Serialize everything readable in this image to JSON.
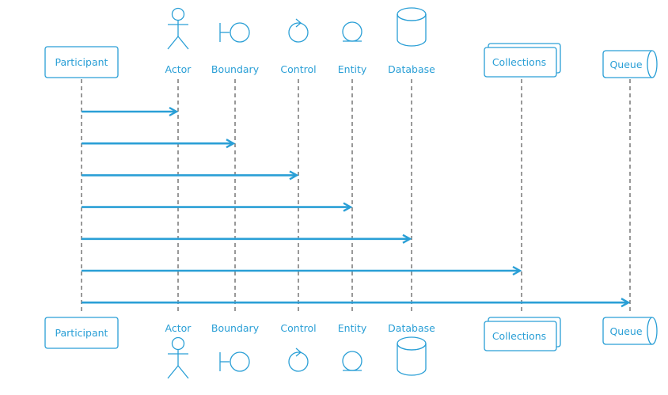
{
  "diagram": {
    "type": "sequence",
    "accent_color": "#2a9fd6",
    "lifeline_color": "#333333",
    "participants": [
      {
        "id": "participant",
        "label": "Participant",
        "kind": "participant"
      },
      {
        "id": "actor",
        "label": "Actor",
        "kind": "actor"
      },
      {
        "id": "boundary",
        "label": "Boundary",
        "kind": "boundary"
      },
      {
        "id": "control",
        "label": "Control",
        "kind": "control"
      },
      {
        "id": "entity",
        "label": "Entity",
        "kind": "entity"
      },
      {
        "id": "database",
        "label": "Database",
        "kind": "database"
      },
      {
        "id": "collections",
        "label": "Collections",
        "kind": "collections"
      },
      {
        "id": "queue",
        "label": "Queue",
        "kind": "queue"
      }
    ],
    "messages": [
      {
        "from": "participant",
        "to": "actor"
      },
      {
        "from": "participant",
        "to": "boundary"
      },
      {
        "from": "participant",
        "to": "control"
      },
      {
        "from": "participant",
        "to": "entity"
      },
      {
        "from": "participant",
        "to": "database"
      },
      {
        "from": "participant",
        "to": "collections"
      },
      {
        "from": "participant",
        "to": "queue"
      }
    ]
  }
}
